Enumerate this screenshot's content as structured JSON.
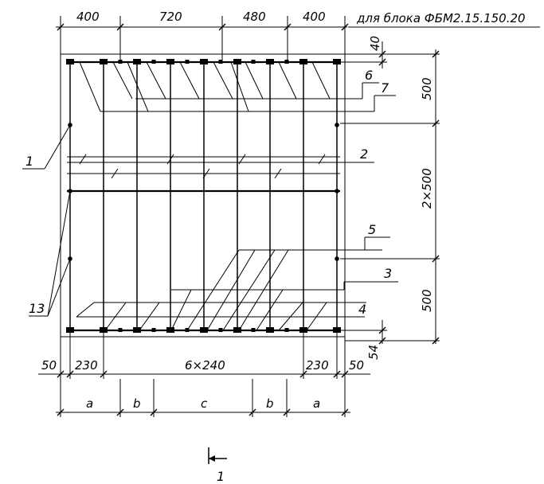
{
  "title": "для блока ФБМ2.15.150.20",
  "top_dims": [
    "400",
    "720",
    "480",
    "400"
  ],
  "right_dims": [
    "40",
    "500",
    "2×500",
    "500",
    "54"
  ],
  "bottom_dims": [
    "50",
    "230",
    "6×240",
    "230",
    "50"
  ],
  "zone_labels": [
    "a",
    "b",
    "c",
    "b",
    "a"
  ],
  "callouts": [
    "1",
    "2",
    "3",
    "4",
    "5",
    "6",
    "7",
    "13"
  ],
  "section_mark": "1"
}
